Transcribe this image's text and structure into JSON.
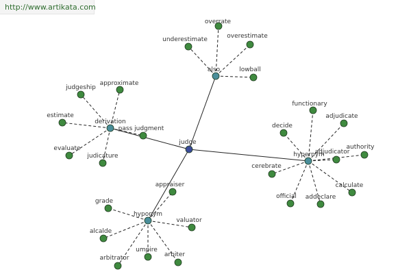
{
  "header": {
    "url": "http://www.artikata.com"
  },
  "colors": {
    "center": "#3b4b9a",
    "relation": "#4a8e9a",
    "word": "#3f8a3f",
    "edge": "#222222",
    "background": "#ffffff"
  },
  "graph": {
    "center": {
      "id": "judge",
      "label": "judge"
    },
    "relations": [
      {
        "id": "also",
        "label": "also"
      },
      {
        "id": "derivation",
        "label": "derivation"
      },
      {
        "id": "hypernym",
        "label": "hypernym"
      },
      {
        "id": "hyponym",
        "label": "hyponym"
      }
    ],
    "words": [
      {
        "id": "overrate",
        "label": "overrate",
        "group": "also"
      },
      {
        "id": "underestimate",
        "label": "underestimate",
        "group": "also"
      },
      {
        "id": "overestimate",
        "label": "overestimate",
        "group": "also"
      },
      {
        "id": "lowball",
        "label": "lowball",
        "group": "also"
      },
      {
        "id": "judgeship",
        "label": "judgeship",
        "group": "derivation"
      },
      {
        "id": "approximate",
        "label": "approximate",
        "group": "derivation"
      },
      {
        "id": "estimate",
        "label": "estimate",
        "group": "derivation"
      },
      {
        "id": "evaluate",
        "label": "evaluate",
        "group": "derivation"
      },
      {
        "id": "judicature",
        "label": "judicature",
        "group": "derivation"
      },
      {
        "id": "pass-judgment",
        "label": "pass judgment",
        "group": "derivation"
      },
      {
        "id": "functionary",
        "label": "functionary",
        "group": "hypernym"
      },
      {
        "id": "adjudicate",
        "label": "adjudicate",
        "group": "hypernym"
      },
      {
        "id": "decide",
        "label": "decide",
        "group": "hypernym"
      },
      {
        "id": "adjudicator",
        "label": "adjudicator",
        "group": "hypernym"
      },
      {
        "id": "authority",
        "label": "authority",
        "group": "hypernym"
      },
      {
        "id": "cerebrate",
        "label": "cerebrate",
        "group": "hypernym"
      },
      {
        "id": "official",
        "label": "official",
        "group": "hypernym"
      },
      {
        "id": "addeclare",
        "label": "addeclare",
        "group": "hypernym"
      },
      {
        "id": "calculate",
        "label": "calculate",
        "group": "hypernym"
      },
      {
        "id": "appraiser",
        "label": "appraiser",
        "group": "hyponym"
      },
      {
        "id": "grade",
        "label": "grade",
        "group": "hyponym"
      },
      {
        "id": "valuator",
        "label": "valuator",
        "group": "hyponym"
      },
      {
        "id": "alcalde",
        "label": "alcalde",
        "group": "hyponym"
      },
      {
        "id": "arbitrator",
        "label": "arbitrator",
        "group": "hyponym"
      },
      {
        "id": "umpire",
        "label": "umpire",
        "group": "hyponym"
      },
      {
        "id": "arbiter",
        "label": "arbiter",
        "group": "hyponym"
      }
    ]
  }
}
